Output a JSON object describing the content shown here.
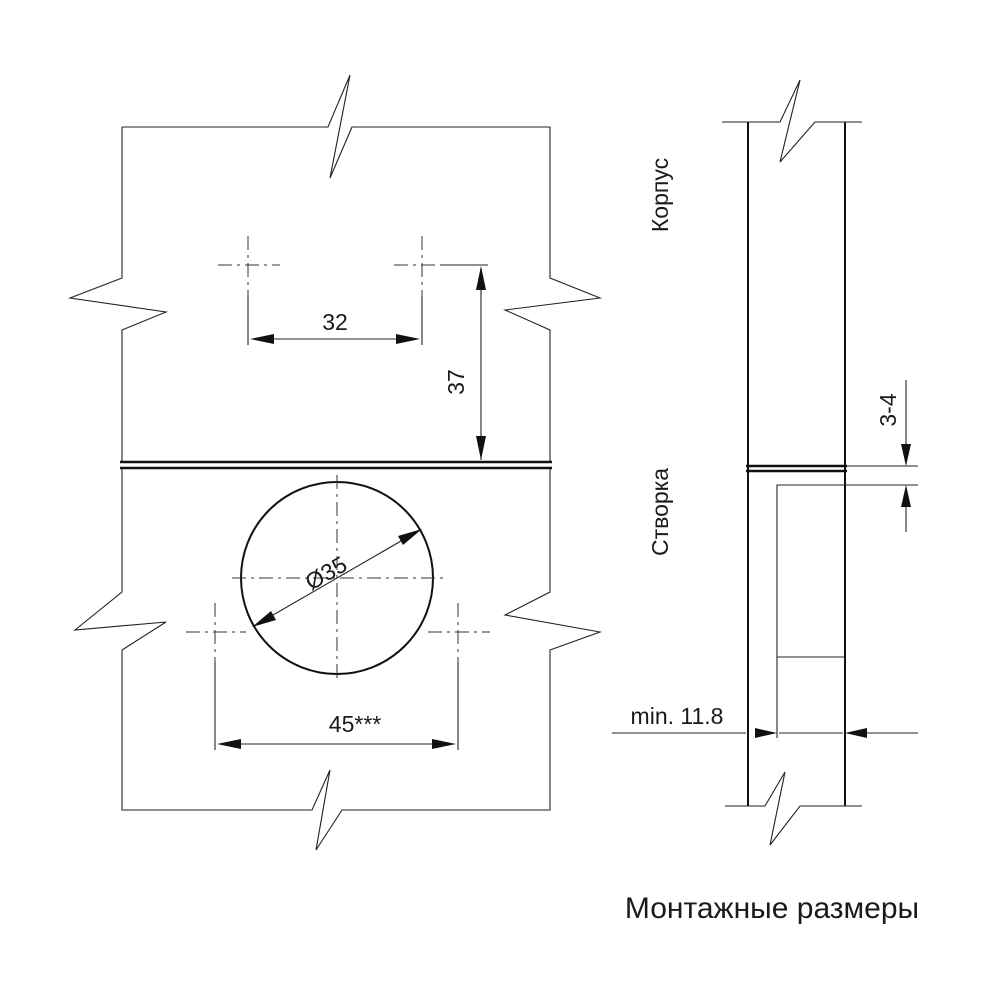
{
  "labels": {
    "dim_32": "32",
    "dim_37": "37",
    "dim_35": "Ø35",
    "dim_45": "45***",
    "dim_3_4": "3-4",
    "dim_min": "min. 11.8",
    "korpus": "Корпус",
    "stvorka": "Створка"
  },
  "caption": "Монтажные размеры"
}
